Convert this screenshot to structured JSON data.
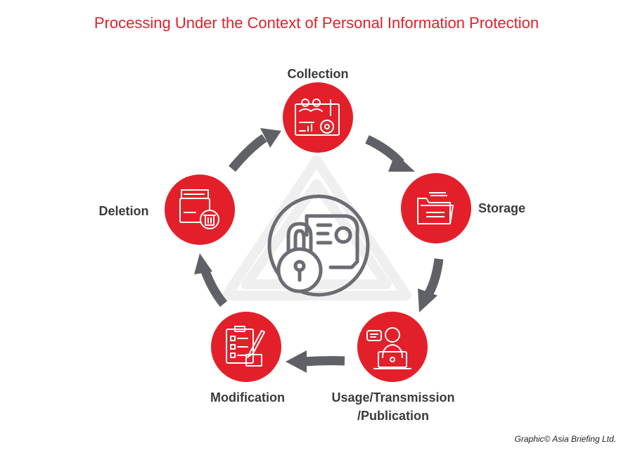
{
  "title": "Processing Under the Context of Personal Information Protection",
  "stages": {
    "collection": "Collection",
    "storage": "Storage",
    "usage_line1": "Usage/Transmission",
    "usage_line2": "/Publication",
    "modification": "Modification",
    "deletion": "Deletion"
  },
  "credit": "Graphic© Asia Briefing Ltd.",
  "colors": {
    "accent_red": "#e3202a",
    "arrow_gray": "#5f6166",
    "label_dark": "#3a3a3a",
    "center_icon_gray": "#6b6d72"
  },
  "icons": {
    "center": "lock-document-icon",
    "collection": "people-chart-gear-icon",
    "storage": "folder-icon",
    "usage": "person-laptop-icon",
    "modification": "clipboard-pencil-icon",
    "deletion": "files-trash-icon"
  }
}
